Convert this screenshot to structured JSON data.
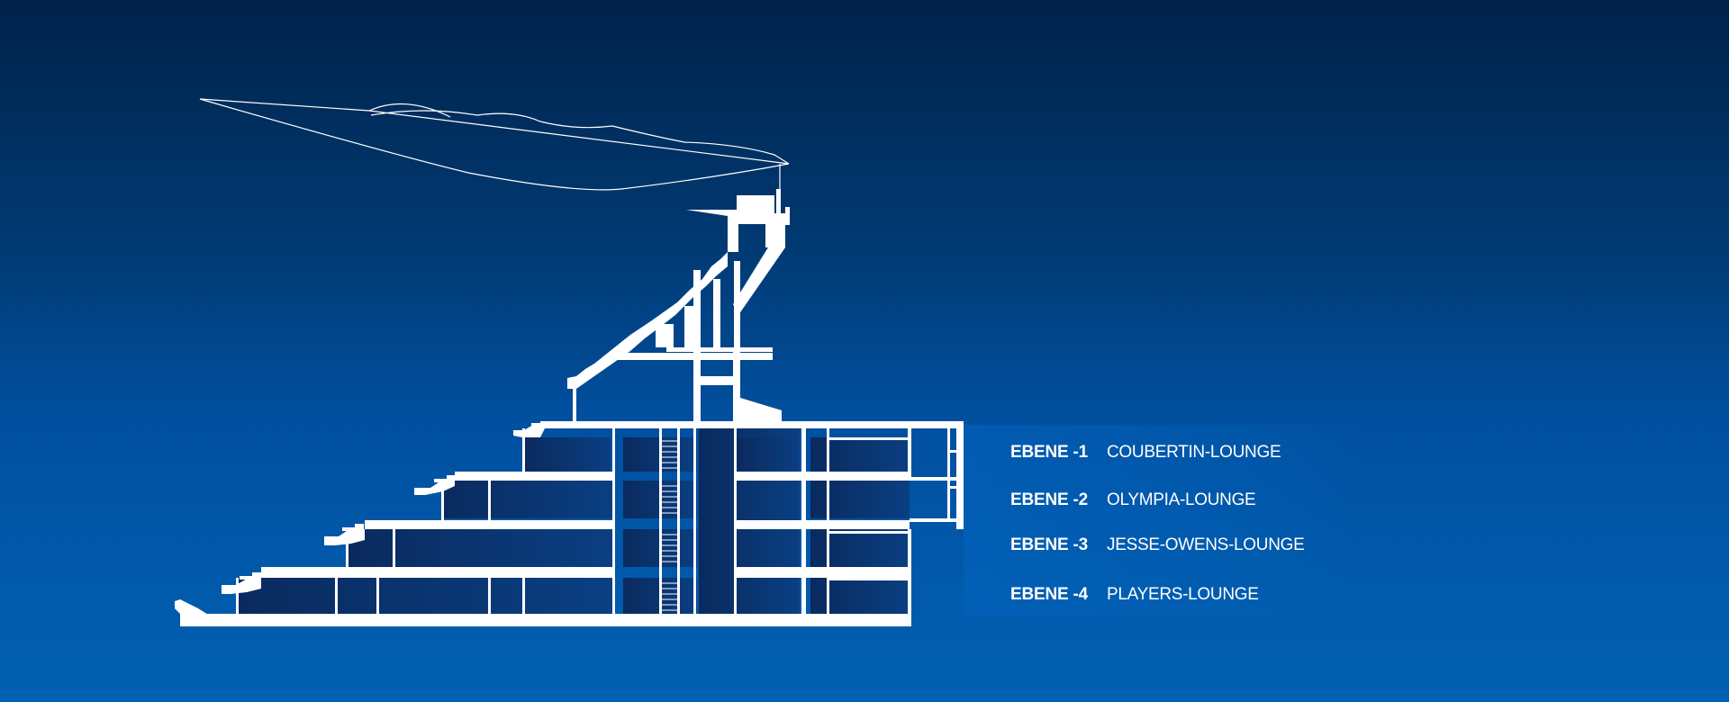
{
  "colors": {
    "background_top": "#00224a",
    "background_bottom": "#0160b2",
    "structure": "#ffffff",
    "room_fill": "#0a2f66"
  },
  "levels": [
    {
      "level": "EBENE -1",
      "name": "COUBERTIN-LOUNGE"
    },
    {
      "level": "EBENE -2",
      "name": "OLYMPIA-LOUNGE"
    },
    {
      "level": "EBENE -3",
      "name": "JESSE-OWENS-LOUNGE"
    },
    {
      "level": "EBENE -4",
      "name": "PLAYERS-LOUNGE"
    }
  ]
}
